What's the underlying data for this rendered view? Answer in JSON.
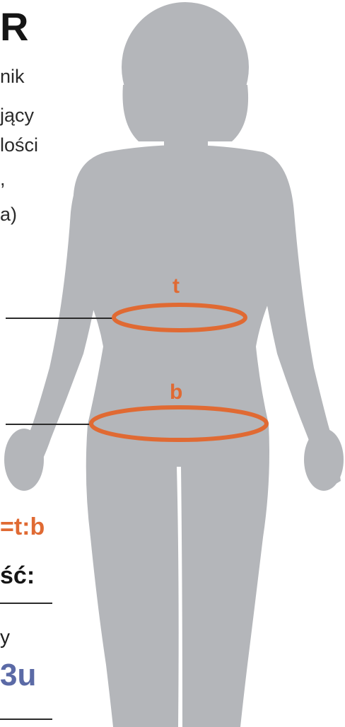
{
  "header": {
    "title_fragment": "R",
    "description_fragments": [
      "nik",
      "jący",
      "lości",
      ",",
      "a)"
    ]
  },
  "diagram": {
    "waist_label": "t",
    "hip_label": "b",
    "accent_color": "#e06a33",
    "figure_color": "#b4b6ba"
  },
  "formula": {
    "text": "=t:b"
  },
  "result": {
    "heading": "ść:",
    "line_fragment": "y",
    "value_fragment": "3u",
    "value_color": "#5b6aa6"
  }
}
